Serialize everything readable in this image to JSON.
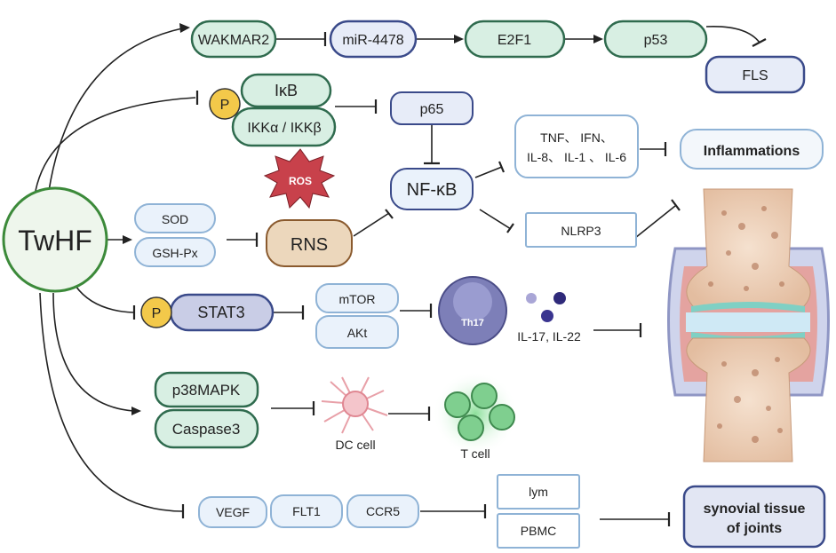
{
  "nodes": {
    "twhf": "TwHF",
    "wakmar2": "WAKMAR2",
    "mir4478": "miR-4478",
    "e2f1": "E2F1",
    "p53": "p53",
    "fls": "FLS",
    "ikb": "IκB",
    "ikk": "IKKα / IKKβ",
    "p_badge": "P",
    "p65": "p65",
    "nfkb": "NF-κB",
    "cytokines_line1": "TNF、 IFN、",
    "cytokines_line2": "IL-8、 IL-1 、 IL-6",
    "inflammations": "Inflammations",
    "ros": "ROS",
    "rns": "RNS",
    "sod": "SOD",
    "gshpx": "GSH-Px",
    "nlrp3": "NLRP3",
    "stat3": "STAT3",
    "mtor": "mTOR",
    "akt": "AKt",
    "th17": "Th17",
    "il17_22": "IL-17, IL-22",
    "p38mapk": "p38MAPK",
    "caspase3": "Caspase3",
    "dc_cell": "DC cell",
    "t_cell": "T cell",
    "vegf": "VEGF",
    "flt1": "FLT1",
    "ccr5": "CCR5",
    "lym": "lym",
    "pbmc": "PBMC",
    "synovial_line1": "synovial tissue",
    "synovial_line2": "of joints"
  },
  "colors": {
    "green_fill": "#d8efe3",
    "green_stroke": "#2f6b4e",
    "blue_fill": "#e7ecf8",
    "blue_stroke": "#3a4a8a",
    "light_blue_fill": "#eaf2fb",
    "light_blue_stroke": "#8fb3d6",
    "p_yellow": "#f3c94a",
    "ros_red": "#c8414b",
    "rns_fill": "#ecd7bc",
    "rns_stroke": "#8a5a2e",
    "stat3_fill": "#c9cde6",
    "th17_fill": "#7d7fb8",
    "twhf_stroke": "#3c8a3a"
  }
}
